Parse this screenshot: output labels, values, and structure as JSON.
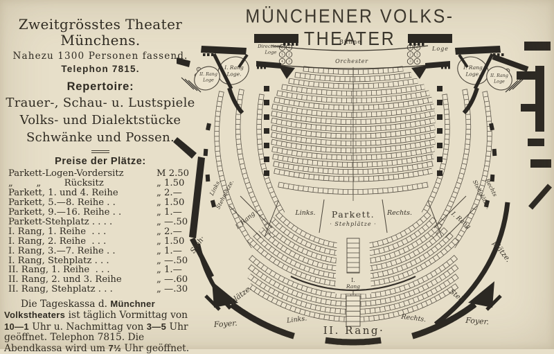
{
  "info": {
    "title_line1": "Zweitgrösstes Theater",
    "title_line2": "Münchens.",
    "capacity": "Nahezu 1300 Personen fassend.",
    "phone": "Telephon 7815.",
    "repertoire_heading": "Repertoire:",
    "repertoire": [
      "Trauer-, Schau- u. Lustspiele",
      "Volks- und Dialektstücke",
      "Schwänke und Possen."
    ]
  },
  "prices": {
    "heading": "Preise der Plätze:",
    "rows": [
      {
        "label": "Parkett-Logen-Vordersitz",
        "price": "M 2.50"
      },
      {
        "label": "„        „        Rücksitz",
        "price": "„ 1.50"
      },
      {
        "label": "Parkett, 1. und 4. Reihe",
        "price": "„ 2.—"
      },
      {
        "label": "Parkett, 5.—8. Reihe . .",
        "price": "„ 1.50"
      },
      {
        "label": "Parkett, 9.—16. Reihe . .",
        "price": "„ 1.—"
      },
      {
        "label": "Parkett-Stehplatz . . . .",
        "price": "„ —.50"
      },
      {
        "label": "I. Rang, 1. Reihe  . . .",
        "price": "„ 2.—"
      },
      {
        "label": "I. Rang, 2. Reihe  . . .",
        "price": "„ 1.50"
      },
      {
        "label": "I. Rang, 3.—7. Reihe . .",
        "price": "„ 1.—"
      },
      {
        "label": "I. Rang, Stehplatz . . .",
        "price": "„ —.50"
      },
      {
        "label": "II. Rang, 1. Reihe  . . .",
        "price": "„ 1.—"
      },
      {
        "label": "II. Rang, 2. und 3. Reihe",
        "price": "„ —.60"
      },
      {
        "label": "II. Rang, Stehplatz . . .",
        "price": "„ —.30"
      }
    ]
  },
  "box_office": {
    "t1": "Die Tageskassa d. ",
    "b1": "Münchner ",
    "b2": "Volkstheaters",
    "t2": " ist täglich Vormittag von ",
    "b3": "10—1",
    "t3": " Uhr u. Nachmittag von ",
    "b4": "3—5",
    "t4": " Uhr geöffnet. Telephon 7815. Die Abendkassa wird um ",
    "b5": "7½",
    "t5": " Uhr geöffnet."
  },
  "plan": {
    "title": "Münchener Volks-Theater",
    "stage": "Bühne",
    "orchestra": "Orchester",
    "directions_loge": [
      "Directions-",
      "Loge"
    ],
    "loge": "Loge",
    "rang1_loge": [
      "I. Rang",
      "Loge."
    ],
    "rang2_loge": [
      "II. Rang",
      "Loge"
    ],
    "loge_numbers": [
      "1",
      "2",
      "3",
      "4",
      "5",
      "6"
    ],
    "rang2_loge_numbers": [
      "1",
      "2",
      "3"
    ],
    "links": "Links.",
    "rechts": "Rechts.",
    "parkett": "Parkett.",
    "parkett_steh": "· Stehplätze ·",
    "rang1_short": [
      "I.",
      "Rang"
    ],
    "rang1_side": "I. Rang",
    "rang2": "II. Rang·",
    "foyer": "Foyer.",
    "links_steh": [
      "Links.",
      "Stehplätze."
    ],
    "rechts_steh": [
      "Rechts",
      "Stehplätze."
    ],
    "steh_links": [
      "Steh·",
      "plätze."
    ],
    "steh_rechts": [
      "plätze.",
      "Steh."
    ],
    "row_counts": {
      "parkett": 17,
      "rang1": 6,
      "rang2": 4
    }
  },
  "colors": {
    "paper": "#e7dfc9",
    "ink": "#35302a",
    "wall": "#2b2823",
    "seat_fill": "#ece4cf",
    "seat_stroke": "#4a443a"
  }
}
